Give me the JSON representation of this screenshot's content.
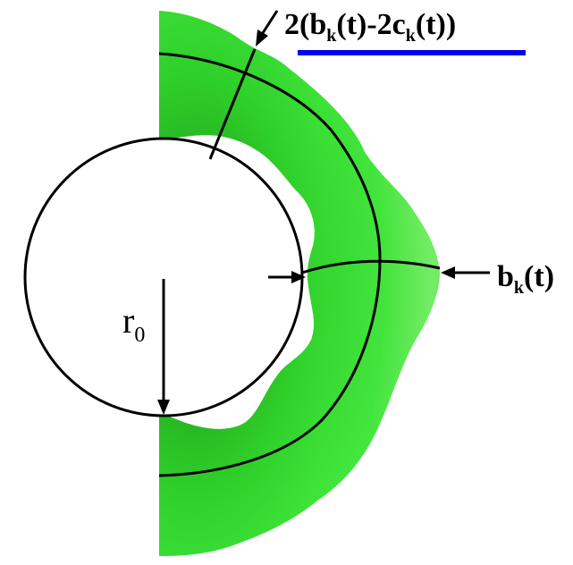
{
  "labels": {
    "top": {
      "main": "2(b",
      "sub1": "k",
      "mid": "(t)-2c",
      "sub2": "k",
      "end": "(t))"
    },
    "right": {
      "main": "b",
      "sub": "k",
      "end": "(t)"
    },
    "radius": {
      "main": "r",
      "sub": "0"
    }
  },
  "colors": {
    "shell_fill": "#3fe83a",
    "shell_dark": "#1c9a18",
    "shell_light": "#8cff7a",
    "accent_underline": "#0000ee",
    "line": "#000000"
  }
}
